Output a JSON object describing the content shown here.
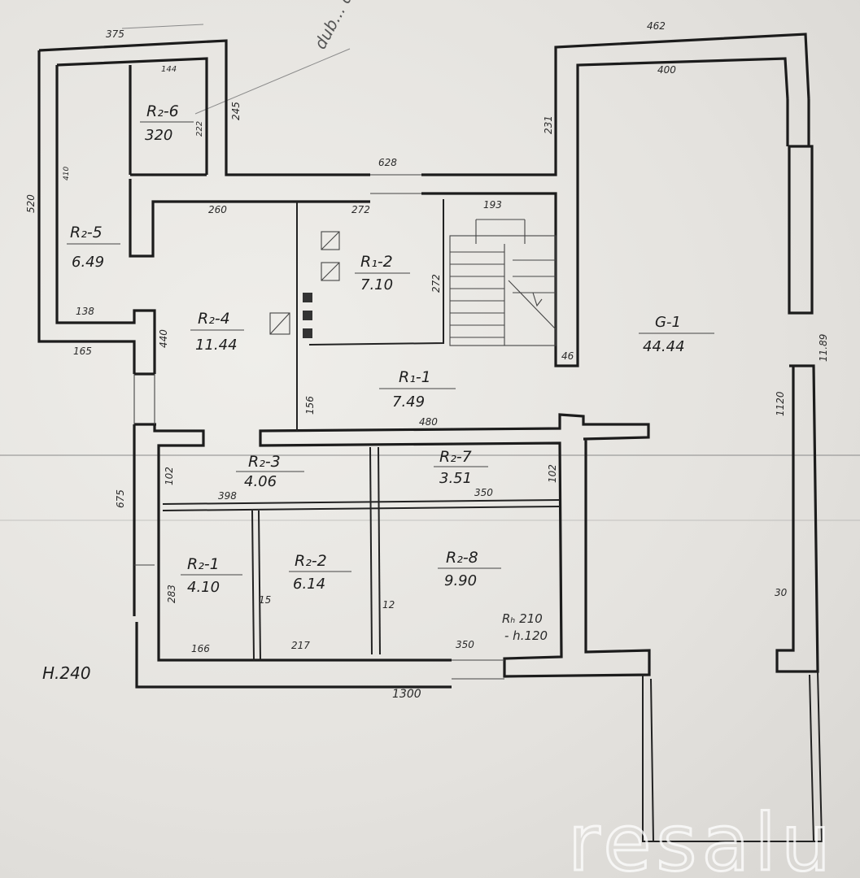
{
  "plan": {
    "floor_height": "H.240",
    "overall_width": "1300",
    "handwritten_note": "dub... divi...",
    "watermark": "resalu"
  },
  "rooms": [
    {
      "code": "R₂-6",
      "area": "320"
    },
    {
      "code": "R₂-5",
      "area": "6.49"
    },
    {
      "code": "R₁-2",
      "area": "7.10"
    },
    {
      "code": "R₂-4",
      "area": "11.44"
    },
    {
      "code": "R₁-1",
      "area": "7.49"
    },
    {
      "code": "G-1",
      "area": "44.44"
    },
    {
      "code": "R₂-3",
      "area": "4.06"
    },
    {
      "code": "R₂-7",
      "area": "3.51"
    },
    {
      "code": "R₂-1",
      "area": "4.10"
    },
    {
      "code": "R₂-2",
      "area": "6.14"
    },
    {
      "code": "R₂-8",
      "area": "9.90"
    }
  ],
  "extra_labels": {
    "rh": "Rₕ 210",
    "h120": "- h.120"
  },
  "dimensions": {
    "d375": "375",
    "d462": "462",
    "d400": "400",
    "d144": "144",
    "d245": "245",
    "d231": "231",
    "d222": "222",
    "d628": "628",
    "d520": "520",
    "d410": "410",
    "d260": "260",
    "d272a": "272",
    "d193": "193",
    "d272b": "272",
    "d138": "138",
    "d165": "165",
    "d440": "440",
    "d46": "46",
    "d1189": "11.89",
    "d156": "156",
    "d480": "480",
    "d1120": "1120",
    "d102a": "102",
    "d102b": "102",
    "d675": "675",
    "d398": "398",
    "d350a": "350",
    "d283": "283",
    "d15": "15",
    "d12": "12",
    "d30": "30",
    "d166": "166",
    "d217": "217",
    "d350b": "350"
  }
}
